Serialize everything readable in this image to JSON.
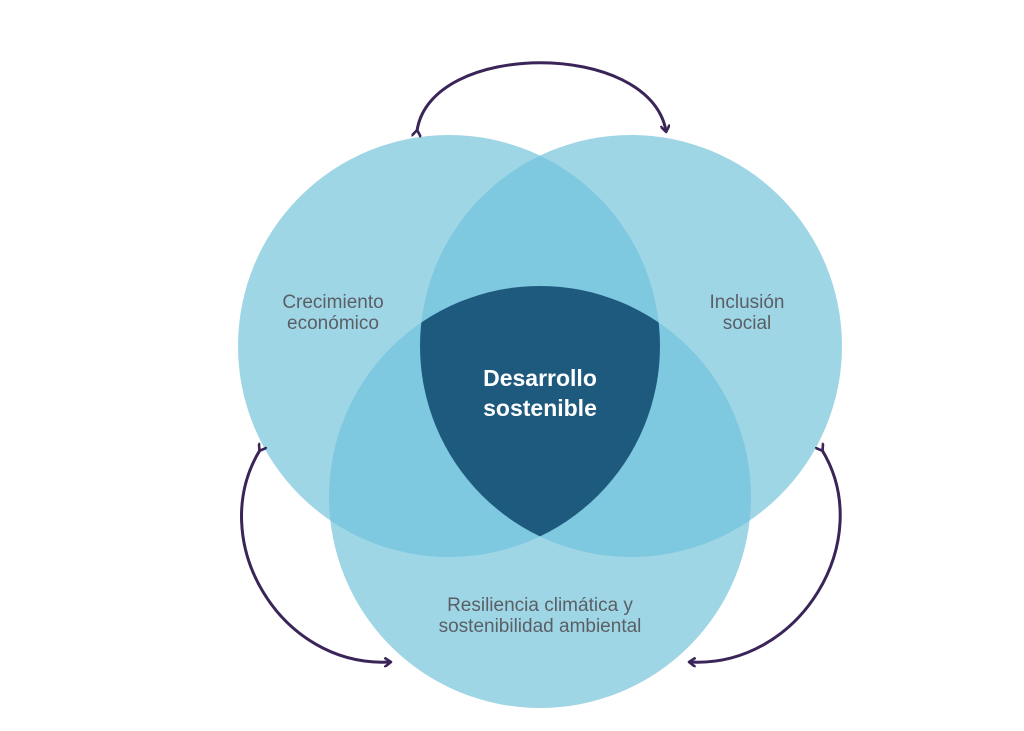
{
  "diagram": {
    "circles": {
      "economic": {
        "line1": "Crecimiento",
        "line2": "económico"
      },
      "social": {
        "line1": "Inclusión",
        "line2": "social"
      },
      "climate": {
        "line1": "Resiliencia climática y",
        "line2": "sostenibilidad ambiental"
      }
    },
    "center": {
      "line1": "Desarrollo",
      "line2": "sostenible"
    },
    "colors": {
      "circle_fill": "#9fd6e6",
      "pair_overlap": "#7ec8e0",
      "center_overlap": "#1e5a7e",
      "arrow": "#3a2558",
      "label_text": "#5a5f66",
      "center_text": "#ffffff"
    },
    "arrows": [
      "arrow-top-double",
      "arrow-left-double",
      "arrow-right-double"
    ]
  }
}
